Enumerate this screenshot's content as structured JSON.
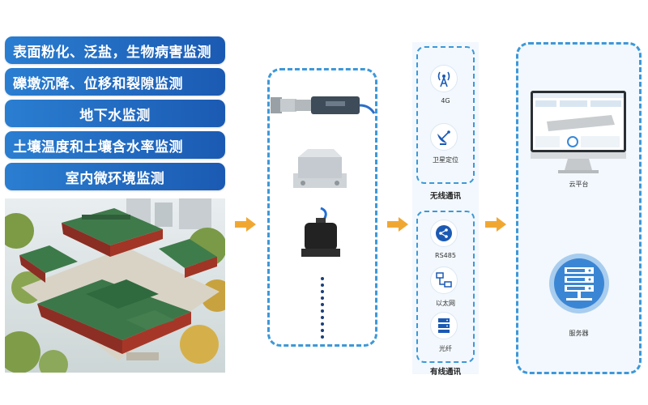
{
  "categories": [
    "表面粉化、泛盐，生物病害监测",
    "礫墩沉降、位移和裂隙监测",
    "地下水监测",
    "土壤温度和土壤含水率监测",
    "室内微环境监测"
  ],
  "wireless": {
    "title": "无线通讯",
    "items": [
      {
        "label": "4G",
        "icon": "antenna-icon"
      },
      {
        "label": "卫星定位",
        "icon": "satellite-dish-icon"
      }
    ]
  },
  "wired": {
    "title": "有线通讯",
    "items": [
      {
        "label": "RS485",
        "icon": "share-nodes-icon"
      },
      {
        "label": "以太网",
        "icon": "network-icon"
      },
      {
        "label": "光纤",
        "icon": "server-rack-icon"
      }
    ]
  },
  "platform": {
    "cloud_label": "云平台",
    "server_label": "服务器"
  },
  "colors": {
    "pill": "#1b5ab3",
    "dash": "#3d98d8",
    "arrow": "#f0a732",
    "panel_bg": "#f2f8fd"
  }
}
